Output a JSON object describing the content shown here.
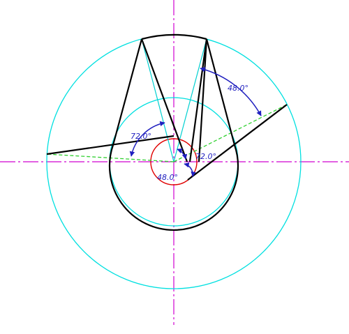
{
  "drawing": {
    "angle_labels": {
      "upper_left": "72.0°",
      "inner_right": "72.0°",
      "bottom_center": "48.0°",
      "upper_right": "48.0°"
    },
    "colors": {
      "background": "#ffffff",
      "centerline": "#d000d0",
      "construction_circle": "#00e0e0",
      "construction_line": "#00d0d0",
      "inner_circle": "#e00000",
      "outline": "#000000",
      "dashed_line": "#30d030",
      "dimension": "#1f1fbf"
    }
  }
}
